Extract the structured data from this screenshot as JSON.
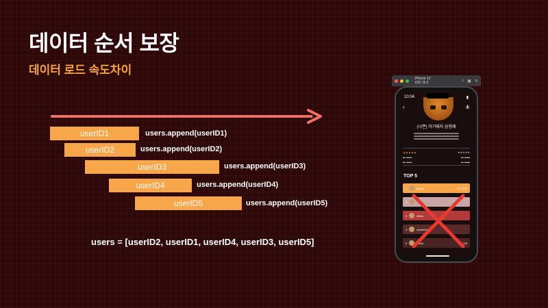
{
  "slide": {
    "title": "데이터 순서 보장",
    "subtitle": "데이터 로드 속도차이"
  },
  "colors": {
    "background": "#2e0708",
    "accent": "#f7a53b",
    "bar": "#f8a64a",
    "arrow": "#f0706a",
    "cross": "#e63a2e"
  },
  "loads": [
    {
      "bar": "userID1",
      "label": "users.append(userID1)"
    },
    {
      "bar": "userID2",
      "label": "users.append(userID2)"
    },
    {
      "bar": "userID3",
      "label": "users.append(userID3)"
    },
    {
      "bar": "userID4",
      "label": "users.append(userID4)"
    },
    {
      "bar": "userID5",
      "label": "users.append(userID5)"
    }
  ],
  "result": "users = [userID2, userID1, userID4, userID3, userID5]",
  "simulator": {
    "title": "iPhone 12",
    "subtitle": "iOS 15.5",
    "status_time": "10:04",
    "book_title": "(나쁜) 아기돼지 삼형제",
    "top_label": "TOP 5",
    "ranks": [
      {
        "n": "1",
        "name": "jeyark",
        "time": "9H 22M",
        "color": "#f8a64a"
      },
      {
        "n": "2",
        "name": "",
        "time": "",
        "color": "#c9a6a6"
      },
      {
        "n": "3",
        "name": "dtheo",
        "time": "",
        "color": "#b13a3a"
      },
      {
        "n": "4",
        "name": "doobaha22",
        "time": "",
        "color": "#5a2a2a"
      },
      {
        "n": "5",
        "name": "jeffda",
        "time": "10H 1M",
        "color": "#4a2424"
      }
    ]
  }
}
